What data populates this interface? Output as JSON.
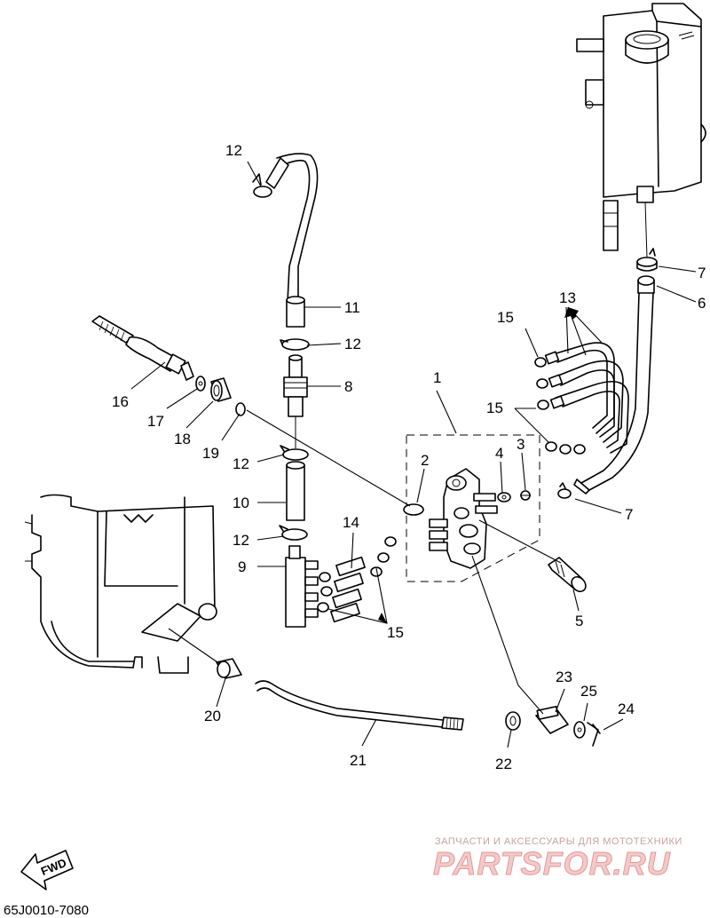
{
  "diagram_code": "65J0010-7080",
  "fwd_label": "FWD",
  "watermark": {
    "line": "ЗАПЧАСТИ И АКСЕССУАРЫ ДЛЯ МОТОТЕХНИКИ",
    "brand": "PARTSFOR.RU"
  },
  "callouts": {
    "c1": "1",
    "c2": "2",
    "c3": "3",
    "c4": "4",
    "c5": "5",
    "c6": "6",
    "c7a": "7",
    "c7b": "7",
    "c8": "8",
    "c9": "9",
    "c10": "10",
    "c11": "11",
    "c12a": "12",
    "c12b": "12",
    "c12c": "12",
    "c12d": "12",
    "c13": "13",
    "c14": "14",
    "c15a": "15",
    "c15b": "15",
    "c15c": "15",
    "c16": "16",
    "c17": "17",
    "c18": "18",
    "c19": "19",
    "c20": "20",
    "c21": "21",
    "c22": "22",
    "c23": "23",
    "c24": "24",
    "c25": "25"
  }
}
